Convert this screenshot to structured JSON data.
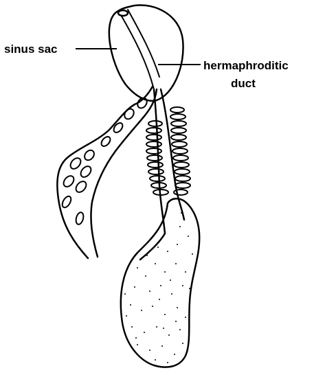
{
  "labels": {
    "sinus_sac": "sinus sac",
    "hermaphroditic_duct_line1": "hermaphroditic",
    "hermaphroditic_duct_line2": "duct"
  },
  "colors": {
    "ink": "#000000",
    "background": "#ffffff"
  }
}
